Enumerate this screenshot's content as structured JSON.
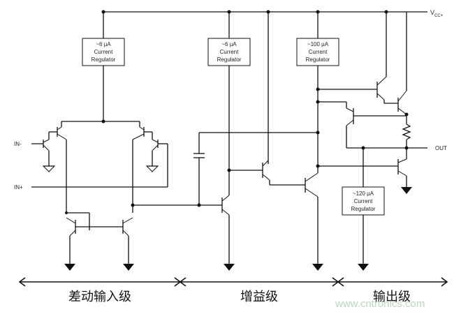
{
  "supply": {
    "name": "V",
    "subscript": "CC+"
  },
  "pins": {
    "in_minus": "IN-",
    "in_plus": "IN+",
    "out": "OUT"
  },
  "regulators": [
    {
      "value": "~6 µA",
      "line1": "Current",
      "line2": "Regulator"
    },
    {
      "value": "~6 µA",
      "line1": "Current",
      "line2": "Regulator"
    },
    {
      "value": "~100 µA",
      "line1": "Current",
      "line2": "Regulator"
    },
    {
      "value": "~120 µA",
      "line1": "Current",
      "line2": "Regulator"
    }
  ],
  "stages": [
    {
      "label": "差动输入级"
    },
    {
      "label": "增益级"
    },
    {
      "label": "输出级"
    }
  ],
  "watermark": "www.cntronics.com"
}
